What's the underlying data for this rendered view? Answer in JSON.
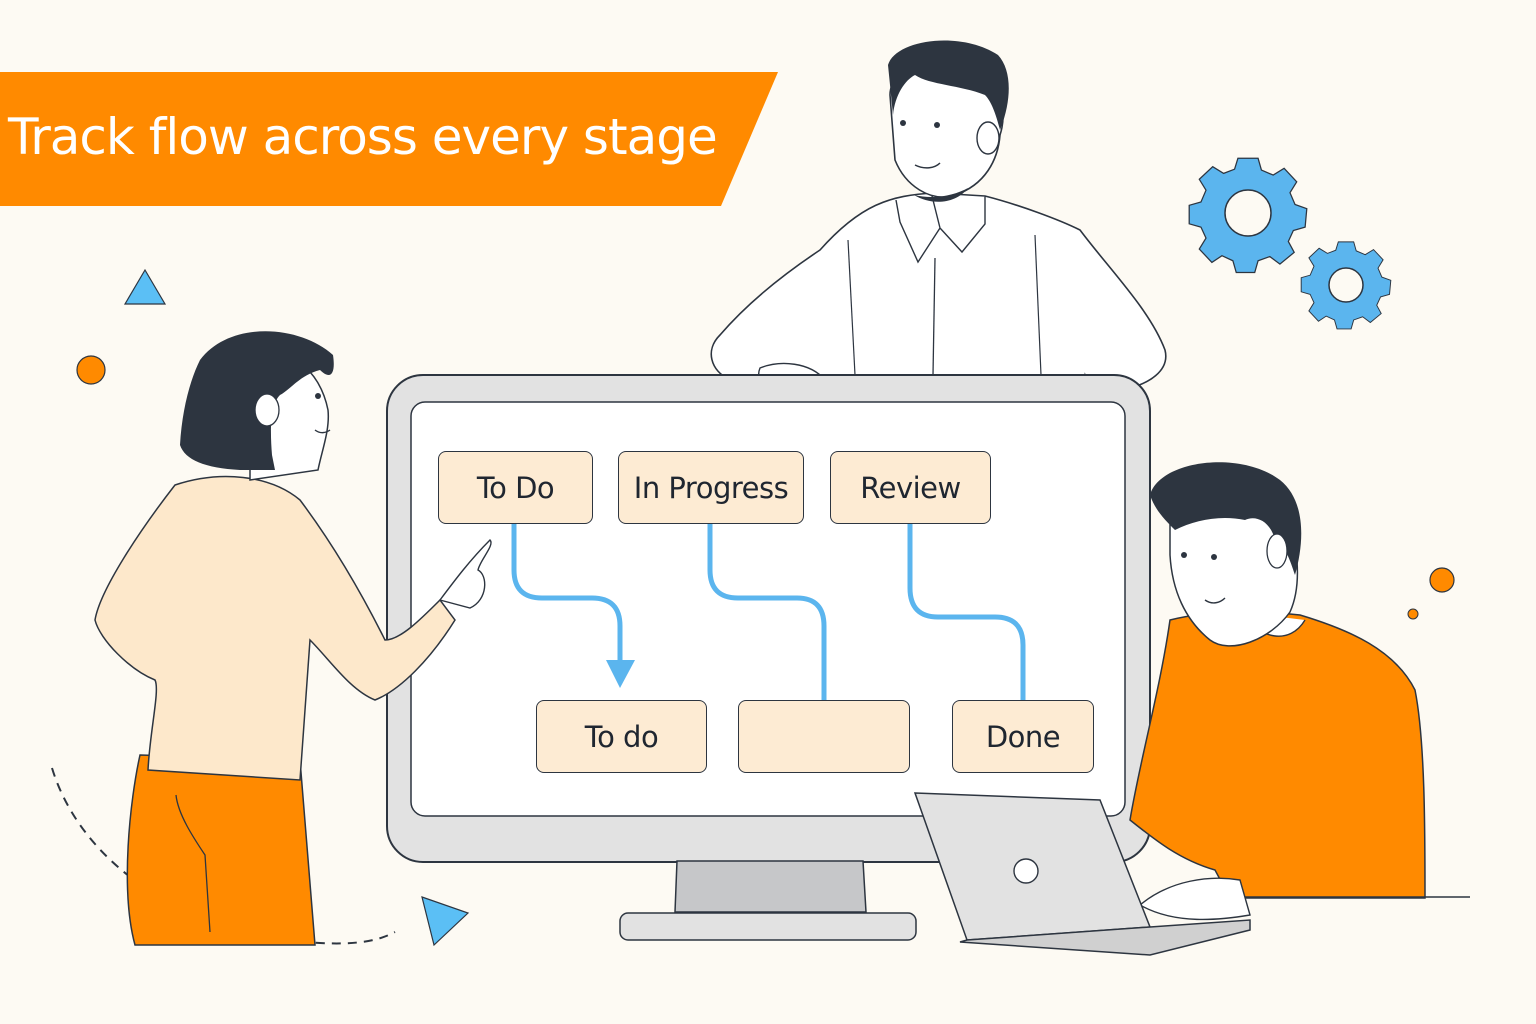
{
  "banner": {
    "title": "Track flow across every stage",
    "color": "#FF8A00",
    "text_color": "#FFFFFF"
  },
  "board": {
    "top_row": [
      {
        "label": "To Do"
      },
      {
        "label": "In Progress"
      },
      {
        "label": "Review"
      }
    ],
    "bottom_row": [
      {
        "label": "To do"
      },
      {
        "label": ""
      },
      {
        "label": "Done"
      }
    ],
    "card_fill": "#FDEBD3",
    "connector_color": "#5BB5EE"
  },
  "illustration": {
    "people": [
      "woman-pointing",
      "man-leaning-on-monitor",
      "man-with-laptop"
    ],
    "decorations": [
      "blue-gears",
      "blue-triangle-top-left",
      "blue-triangle-bottom",
      "orange-dot-left",
      "orange-dots-right",
      "dashed-arc"
    ]
  },
  "palette": {
    "background": "#FDFAF3",
    "accent_orange": "#FF8A00",
    "accent_blue": "#5BB5EE",
    "outline": "#2d3540",
    "monitor_gray": "#E0E0E0"
  }
}
